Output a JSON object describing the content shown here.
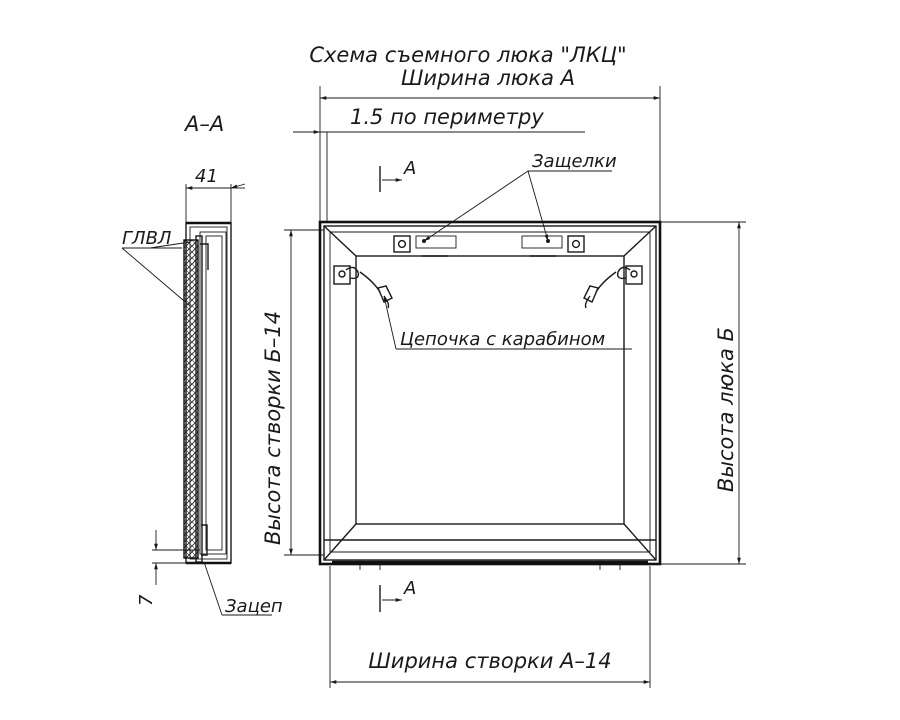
{
  "title": "Схема съемного люка \"ЛКЦ\"",
  "labels": {
    "width_a": "Ширина люка А",
    "perimeter": "1.5 по периметру",
    "section": "А–А",
    "dim_41": "41",
    "glvl": "ГЛВЛ",
    "latches": "Защелки",
    "chain": "Цепочка с карабином",
    "cut_top": "А",
    "cut_bottom": "А",
    "height_b": "Высота люка Б",
    "sash_height": "Высота створки Б–14",
    "sash_width": "Ширина створки А–14",
    "dim_7": "7",
    "hook": "Зацеп"
  },
  "colors": {
    "line": "#1a1a1a",
    "background": "#ffffff"
  }
}
